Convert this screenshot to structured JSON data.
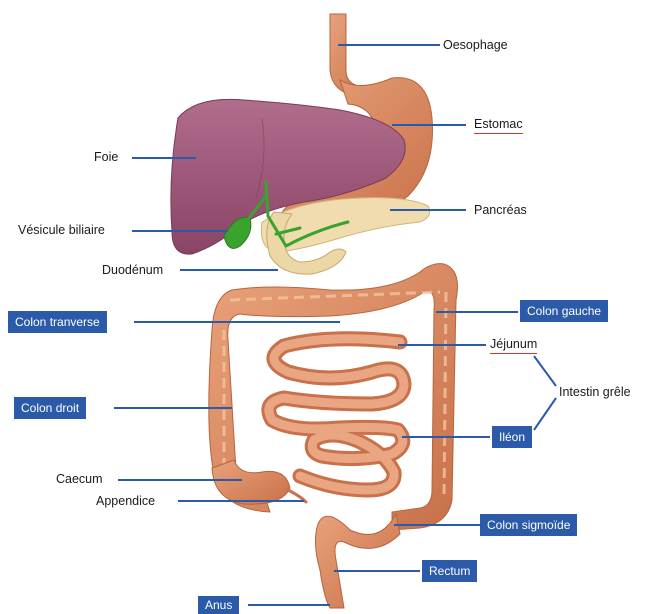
{
  "labels": {
    "oesophage": "Oesophage",
    "estomac": "Estomac",
    "foie": "Foie",
    "pancreas": "Pancréas",
    "vesicule": "Vésicule biliaire",
    "duodenum": "Duodénum",
    "colon_transverse": "Colon tranverse",
    "colon_gauche": "Colon gauche",
    "jejunum": "Jéjunum",
    "intestin_grele": "Intestin grêle",
    "colon_droit": "Colon droit",
    "ileon": "Iléon",
    "caecum": "Caecum",
    "appendice": "Appendice",
    "colon_sigmoide": "Colon sigmoïde",
    "rectum": "Rectum",
    "anus": "Anus"
  },
  "colors": {
    "label_box": "#2a5aa8",
    "leader_line": "#2a5aa8",
    "spell_underline": "#e0332e",
    "liver": "#9b5576",
    "gut": "#d98a5e",
    "pancreas": "#f0dcae",
    "bile": "#3aa32e"
  }
}
